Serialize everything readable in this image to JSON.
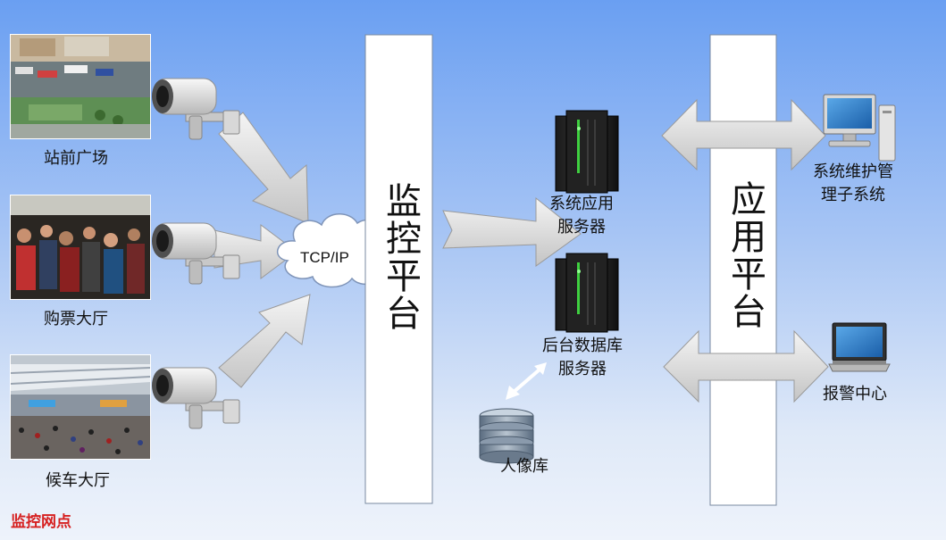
{
  "sources": {
    "plaza": "站前广场",
    "ticket_hall": "购票大厅",
    "waiting_hall": "候车大厅"
  },
  "network": {
    "label": "TCP/IP"
  },
  "monitor_platform": {
    "label": "监控平台"
  },
  "servers": {
    "app_server": "系统应用\n服务器",
    "db_server": "后台数据库\n服务器",
    "face_db": "人像库"
  },
  "app_platform": {
    "label": "应用平台"
  },
  "clients": {
    "maintenance": "系统维护管\n理子系统",
    "alarm_center": "报警中心"
  },
  "footer": {
    "label": "监控网点"
  }
}
